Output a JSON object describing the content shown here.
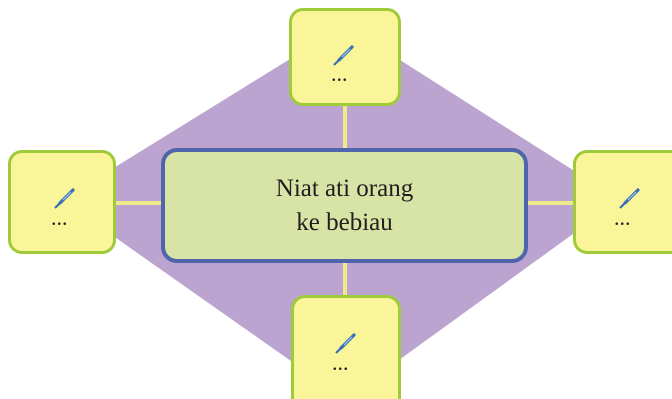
{
  "center": {
    "line1": "Niat ati orang",
    "line2": "ke bebiau"
  },
  "branches": [
    {
      "position": "top",
      "icon": "pen-icon",
      "text": "..."
    },
    {
      "position": "left",
      "icon": "pen-icon",
      "text": "..."
    },
    {
      "position": "right",
      "icon": "pen-icon",
      "text": "..."
    },
    {
      "position": "bottom",
      "icon": "pen-icon",
      "text": "..."
    }
  ],
  "colors": {
    "diamond": "#bba4cf",
    "connector": "#f2e98a",
    "center_fill": "#d7e4a6",
    "center_border": "#4f65ab",
    "box_fill": "#fbf59a",
    "box_border": "#9fcb3a"
  }
}
